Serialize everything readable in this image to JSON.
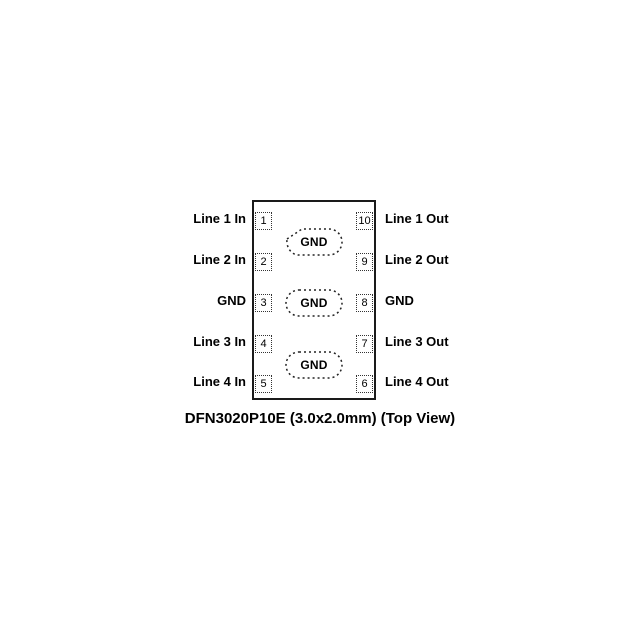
{
  "diagram": {
    "caption": "DFN3020P10E (3.0x2.0mm) (Top View)",
    "left_pins": [
      {
        "number": "1",
        "label": "Line 1 In"
      },
      {
        "number": "2",
        "label": "Line 2 In"
      },
      {
        "number": "3",
        "label": "GND"
      },
      {
        "number": "4",
        "label": "Line 3 In"
      },
      {
        "number": "5",
        "label": "Line 4 In"
      }
    ],
    "right_pins": [
      {
        "number": "10",
        "label": "Line 1 Out"
      },
      {
        "number": "9",
        "label": "Line 2 Out"
      },
      {
        "number": "8",
        "label": "GND"
      },
      {
        "number": "7",
        "label": "Line 3 Out"
      },
      {
        "number": "6",
        "label": "Line 4 Out"
      }
    ],
    "center_pads": [
      {
        "label": "GND"
      },
      {
        "label": "GND"
      },
      {
        "label": "GND"
      }
    ]
  }
}
